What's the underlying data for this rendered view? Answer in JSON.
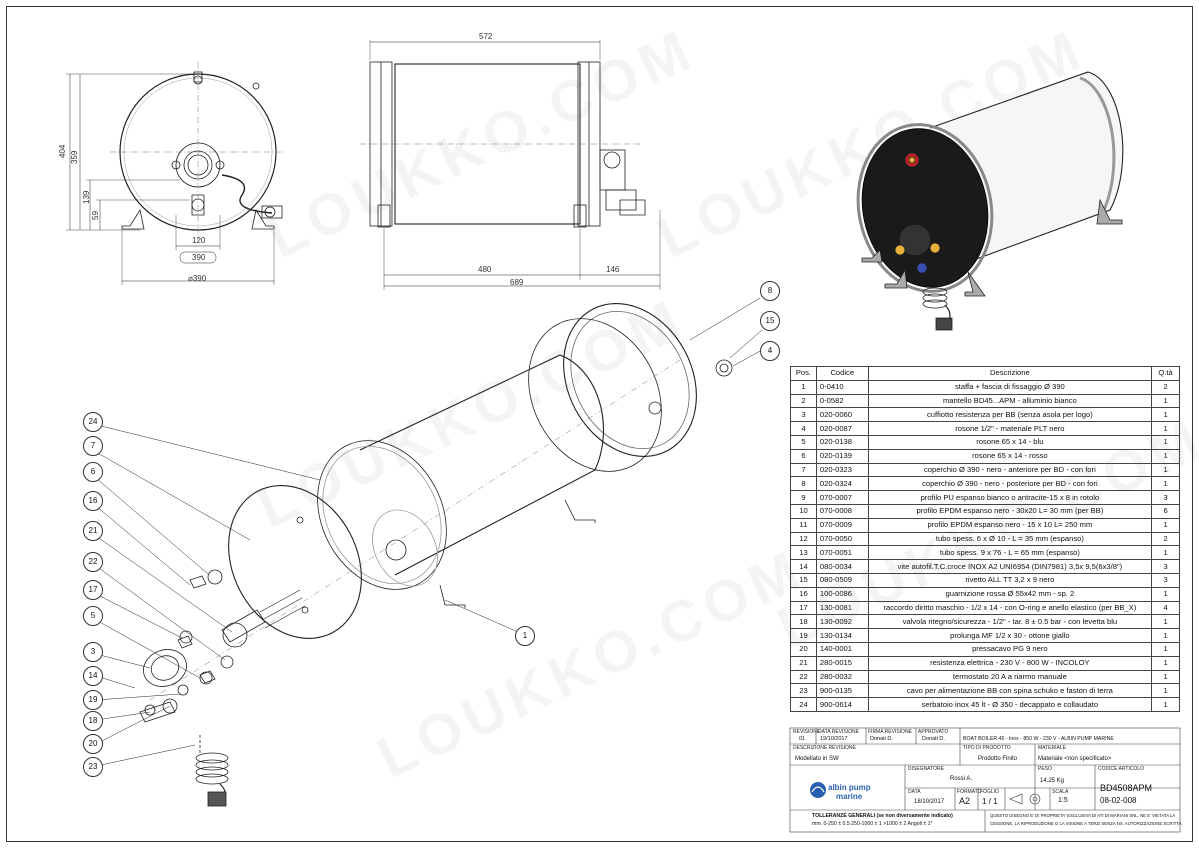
{
  "dimensions": {
    "width_572": "572",
    "height_404": "404",
    "height_359": "359",
    "height_139": "139",
    "height_59": "59",
    "width_120": "120",
    "width_390_box": "390",
    "diam_390": "⌀390",
    "width_480": "480",
    "width_146": "146",
    "width_689": "689"
  },
  "balloons": [
    "8",
    "15",
    "4",
    "24",
    "7",
    "6",
    "16",
    "21",
    "22",
    "17",
    "5",
    "3",
    "14",
    "19",
    "18",
    "20",
    "23",
    "1"
  ],
  "watermark": "LOUKKO.COM",
  "bom": {
    "headers": [
      "Pos.",
      "Codice",
      "Descrizione",
      "Q.tà"
    ],
    "rows": [
      [
        "1",
        "0-0410",
        "staffa + fascia di fissaggio Ø 390",
        "2"
      ],
      [
        "2",
        "0-0582",
        "mantello BD45...APM - alluminio bianco",
        "1"
      ],
      [
        "3",
        "020-0060",
        "cuffiotto resistenza per BB (senza asola per logo)",
        "1"
      ],
      [
        "4",
        "020-0087",
        "rosone 1/2\" - materiale PLT nero",
        "1"
      ],
      [
        "5",
        "020-0138",
        "rosone 65 x 14 - blu",
        "1"
      ],
      [
        "6",
        "020-0139",
        "rosone 65 x 14 - rosso",
        "1"
      ],
      [
        "7",
        "020-0323",
        "coperchio Ø 390 - nero - anteriore per BD - con fori",
        "1"
      ],
      [
        "8",
        "020-0324",
        "coperchio Ø 390 - nero - posteriore per BD - con fori",
        "1"
      ],
      [
        "9",
        "070-0007",
        "profilo PU espanso bianco o antracite-15 x 8 in rotolo",
        "3"
      ],
      [
        "10",
        "070-0008",
        "profilo EPDM espanso nero - 30x20 L= 30 mm (per BB)",
        "6"
      ],
      [
        "11",
        "070-0009",
        "profilo EPDM espanso nero - 15 x 10 L= 250 mm",
        "1"
      ],
      [
        "12",
        "070-0050",
        "tubo spess. 6 x Ø 10 - L = 35 mm (espanso)",
        "2"
      ],
      [
        "13",
        "070-0051",
        "tubo spess. 9 x 76 - L = 65 mm (espanso)",
        "1"
      ],
      [
        "14",
        "080-0034",
        "vite autofil.T.C.croce INOX A2 UNI6954 (DIN7981) 3,5x 9,5(6x3/8\")",
        "3"
      ],
      [
        "15",
        "080-0509",
        "rivetto ALL TT 3,2 x 9 nero",
        "3"
      ],
      [
        "16",
        "100-0086",
        "guarnizione rossa Ø 55x42 mm - sp. 2",
        "1"
      ],
      [
        "17",
        "130-0081",
        "raccordo diritto maschio - 1/2 x 14 - con O-ring e anello elastico (per BB_X)",
        "4"
      ],
      [
        "18",
        "130-0092",
        "valvola ritegno/sicurezza - 1/2\" - tar. 8 ± 0.5 bar - con levetta blu",
        "1"
      ],
      [
        "19",
        "130-0134",
        "prolunga MF 1/2 x 30 - ottone giallo",
        "1"
      ],
      [
        "20",
        "140-0001",
        "pressacavo PG 9 nero",
        "1"
      ],
      [
        "21",
        "280-0015",
        "resistenza elettrica - 230 V - 800 W - INCOLOY",
        "1"
      ],
      [
        "22",
        "280-0032",
        "termostato 20 A a riarmo manuale",
        "1"
      ],
      [
        "23",
        "900-0135",
        "cavo per alimentazione BB con spina schuko e faston di terra",
        "1"
      ],
      [
        "24",
        "900-0614",
        "serbatoio inox 45 lt - Ø 350 - decappato e collaudato",
        "1"
      ]
    ]
  },
  "title_block": {
    "hdr_revisione": "REVISIONE",
    "hdr_data_revisione": "DATA REVISIONE",
    "hdr_firma_revisione": "FIRMA REVISIONE",
    "hdr_approvato": "APPROVATO",
    "rev_no": "01",
    "rev_date": "19/10/2017",
    "rev_sign": "Donati D.",
    "rev_approved": "Donati D.",
    "rev_desc": "BOAT BOILER 45 - Inox - 850 W - 230 V - ALBIN PUMP MARINE",
    "hdr_desc_revisione": "DESCRIZIONE REVISIONE",
    "hdr_tipo": "TIPO DI PRODOTTO",
    "hdr_materiale": "MATERIALE",
    "modelled": "Modellato in SW",
    "product_type": "Prodotto Finito",
    "material": "Materiale <non specificato>",
    "hdr_disegnatore": "DISEGNATORE",
    "hdr_peso": "PESO",
    "hdr_codice": "CODICE ARTICOLO",
    "designer": "Rossi A.",
    "weight": "14.25 Kg",
    "logo_line1": "albin pump",
    "logo_line2": "marine",
    "hdr_data": "DATA",
    "hdr_formato": "FORMATO",
    "hdr_foglio": "FOGLIO",
    "hdr_scala": "SCALA",
    "date": "18/10/2017",
    "format": "A2",
    "sheet": "1 / 1",
    "scale": "1:5",
    "code": "BD4508APM",
    "code2": "08-02-008",
    "tolerance_title": "TOLLERANZE GENERALI (se non diversamente indicato)",
    "tolerance_values": "mm. 0-250 ± 0.5   250-1000 ± 1   >1000 ± 2   Angoli ± 1°",
    "copyright1": "QUESTO DISEGNO E' DI PROPRIETA' ESCLUSIVA DI ATI DI MARIANI SRL, NE E' VIETATA LA",
    "copyright2": "CESSIONE, LA RIPRODUZIONE O LA VISIONE A TERZI SENZA NS. AUTORIZZAZIONE SCRITTA"
  }
}
